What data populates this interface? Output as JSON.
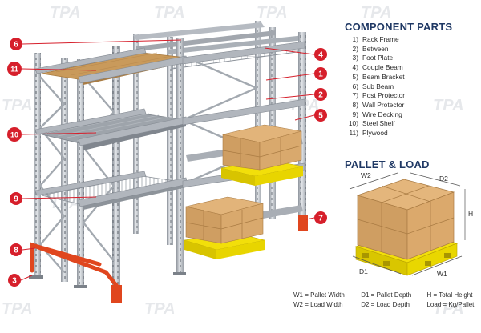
{
  "watermark": "TPA",
  "component_parts": {
    "title": "COMPONENT PARTS",
    "items": [
      {
        "num": "1)",
        "label": "Rack Frame"
      },
      {
        "num": "2)",
        "label": "Between"
      },
      {
        "num": "3)",
        "label": "Foot Plate"
      },
      {
        "num": "4)",
        "label": "Couple Beam"
      },
      {
        "num": "5)",
        "label": "Beam Bracket"
      },
      {
        "num": "6)",
        "label": "Sub Beam"
      },
      {
        "num": "7)",
        "label": "Post Protector"
      },
      {
        "num": "8)",
        "label": "Wall Protector"
      },
      {
        "num": "9)",
        "label": "Wire Decking"
      },
      {
        "num": "10)",
        "label": "Steel Shelf"
      },
      {
        "num": "11)",
        "label": "Plywood"
      }
    ]
  },
  "pallet_load": {
    "title": "PALLET & LOAD",
    "dims": {
      "w2": "W2",
      "d2": "D2",
      "h": "H",
      "d1": "D1",
      "w1": "W1"
    },
    "legend": [
      {
        "left": "W1 = Pallet Width",
        "mid": "D1 = Pallet Depth",
        "right": "H = Total Height"
      },
      {
        "left": "W2 = Load Width",
        "mid": "D2 = Load Depth",
        "right": "Load = Kg/Pallet"
      }
    ]
  },
  "markers": [
    {
      "num": "1"
    },
    {
      "num": "2"
    },
    {
      "num": "3"
    },
    {
      "num": "4"
    },
    {
      "num": "5"
    },
    {
      "num": "6"
    },
    {
      "num": "7"
    },
    {
      "num": "8"
    },
    {
      "num": "9"
    },
    {
      "num": "10"
    },
    {
      "num": "11"
    }
  ],
  "colors": {
    "upright": "#b7bcc3",
    "upright_dark": "#7f858d",
    "beam": "#a9aeb5",
    "marker": "#d61f2b",
    "plywood": "#c99a5b",
    "box": "#d8a76c",
    "box_dark": "#b07d44",
    "pallet": "#f2df0a",
    "protector": "#e0461e",
    "title": "#1f3864"
  }
}
